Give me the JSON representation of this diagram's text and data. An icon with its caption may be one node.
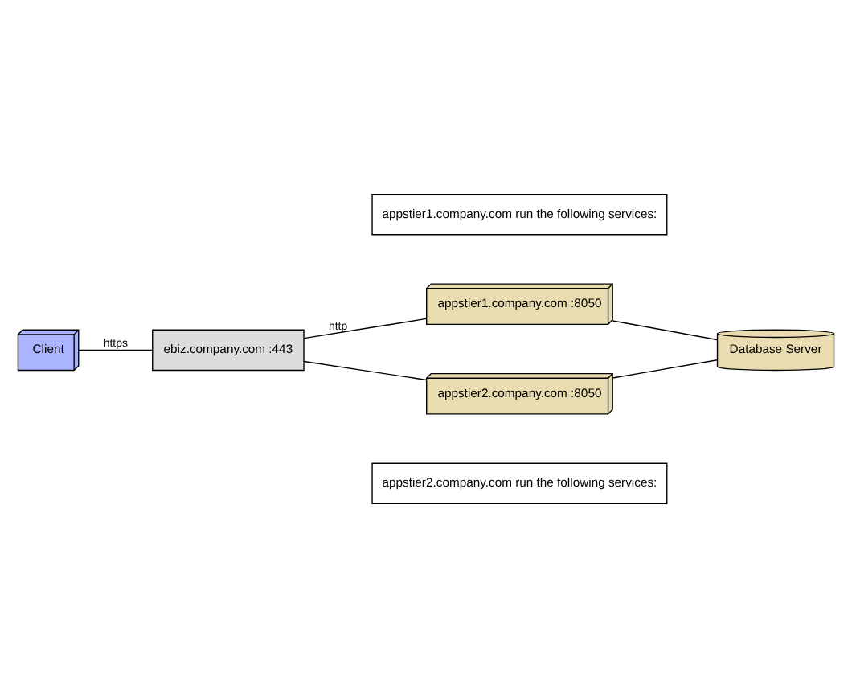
{
  "diagram": {
    "nodes": [
      {
        "text": [
          "Client"
        ]
      },
      {
        "text": [
          "ebiz.company.com :443"
        ]
      },
      {
        "text": [
          "appstier1.company.com :8050"
        ]
      },
      {
        "text": [
          "appstier2.company.com :8050"
        ]
      },
      {
        "text": [
          "Database Server"
        ]
      },
      {
        "text": [
          "appstier1.company.com run the following services:"
        ]
      },
      {
        "text": [
          "appstier2.company.com run the following services:"
        ]
      }
    ],
    "edges": [
      {
        "from": 0,
        "to": 1,
        "arrow": "none",
        "label": "https"
      },
      {
        "from": 1,
        "to": 2,
        "arrow": "none",
        "label": "http"
      },
      {
        "from": 1,
        "to": 3,
        "arrow": "none"
      },
      {
        "from": 2,
        "to": 4,
        "arrow": "none"
      },
      {
        "from": 3,
        "to": 4,
        "arrow": "none"
      }
    ]
  }
}
